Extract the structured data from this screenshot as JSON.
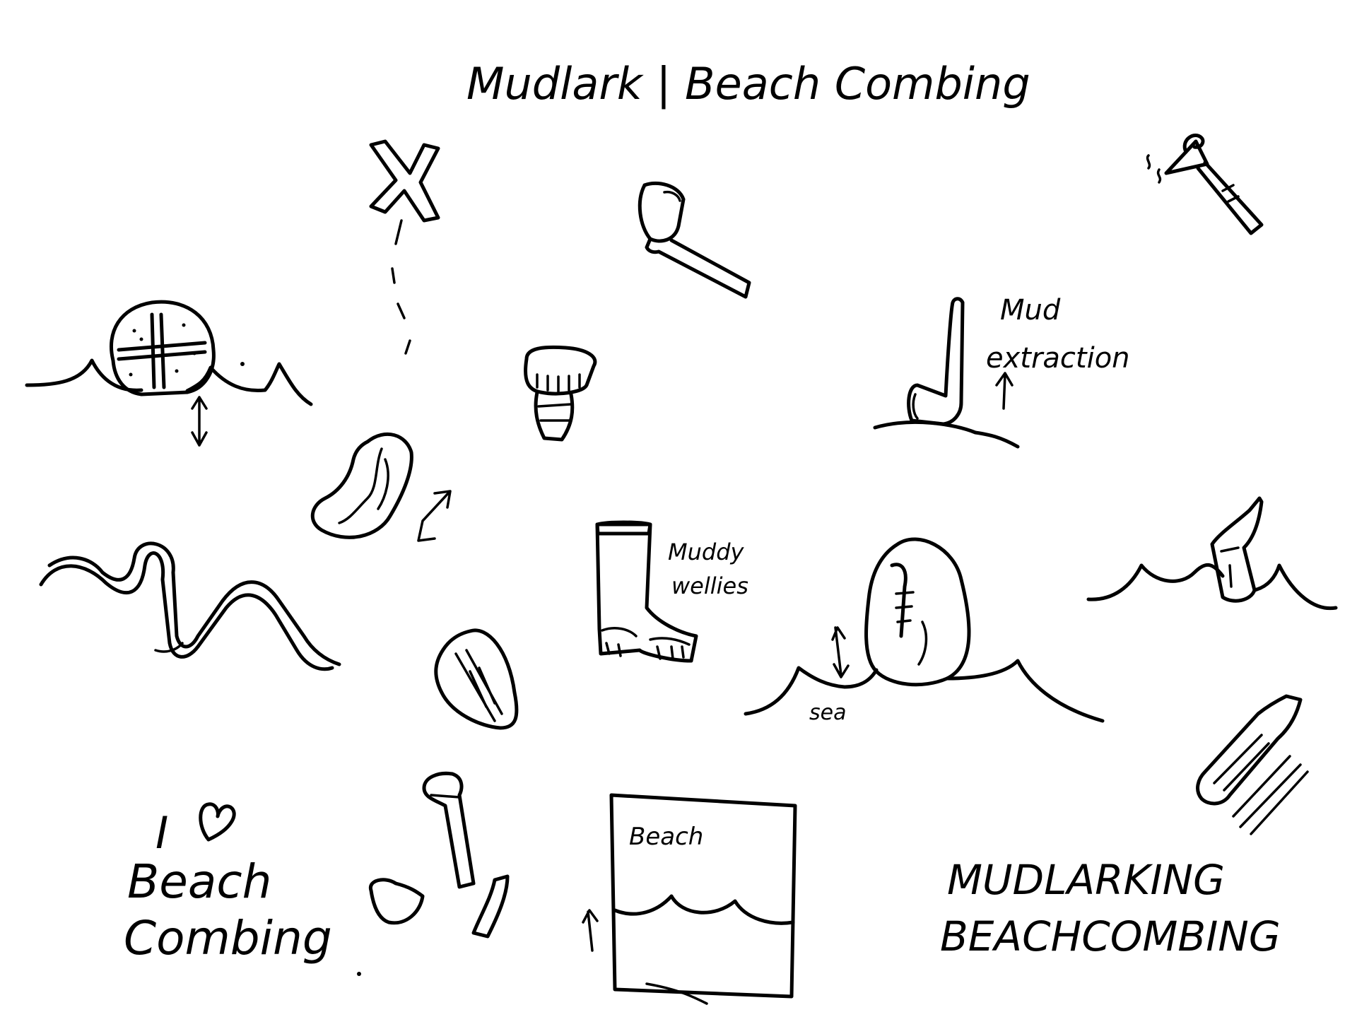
{
  "title": "Mudlark | Beach Combing",
  "labels": {
    "mud_line_1": "Mud",
    "mud_line_2": "extraction",
    "muddy_line_1": "Muddy",
    "muddy_line_2": "wellies",
    "sea": "sea",
    "love_line_1": "I",
    "love_line_2": "Beach",
    "love_line_3": "Combing",
    "beach_box": "Beach",
    "caps_line_1": "MUDLARKING",
    "caps_line_2": "BEACHCOMBING"
  },
  "colors": {
    "ink": "#000000",
    "paper": "#ffffff"
  },
  "icons": [
    "treasure-x-icon",
    "clay-pipe-icon",
    "pottery-fragment-icon",
    "bottle-stopper-icon",
    "mud-pipe-icon",
    "shell-icon",
    "welly-boot-icon",
    "river-icon",
    "sea-glass-icon",
    "rock-icon",
    "message-bottle-icon",
    "heart-icon"
  ]
}
